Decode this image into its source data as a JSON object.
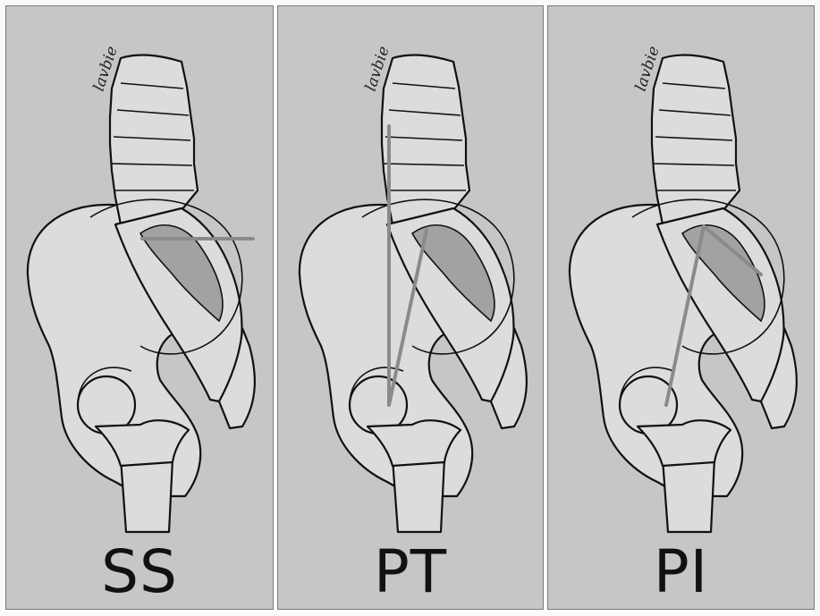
{
  "figure": {
    "panels": [
      {
        "id": "ss",
        "label": "SS",
        "signature": "lavbie"
      },
      {
        "id": "pt",
        "label": "PT",
        "signature": "lavbie"
      },
      {
        "id": "pi",
        "label": "PI",
        "signature": "lavbie"
      }
    ]
  },
  "colors": {
    "panel_background": "#c6c6c6",
    "bone_fill": "#dcdcdc",
    "shaded_fill": "#a2a2a2",
    "measurement_line": "#8a8a8a",
    "outline": "#111111"
  }
}
